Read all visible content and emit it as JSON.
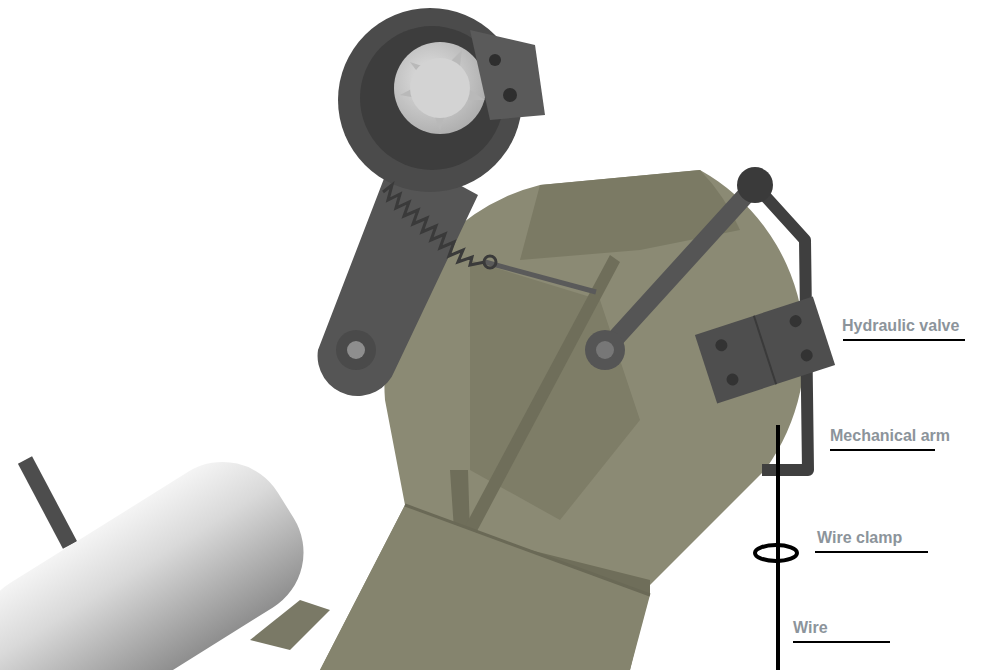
{
  "diagram": {
    "labels": [
      "Hydraulic valve",
      "Mechanical arm",
      "Wire clamp",
      "Wire"
    ]
  }
}
